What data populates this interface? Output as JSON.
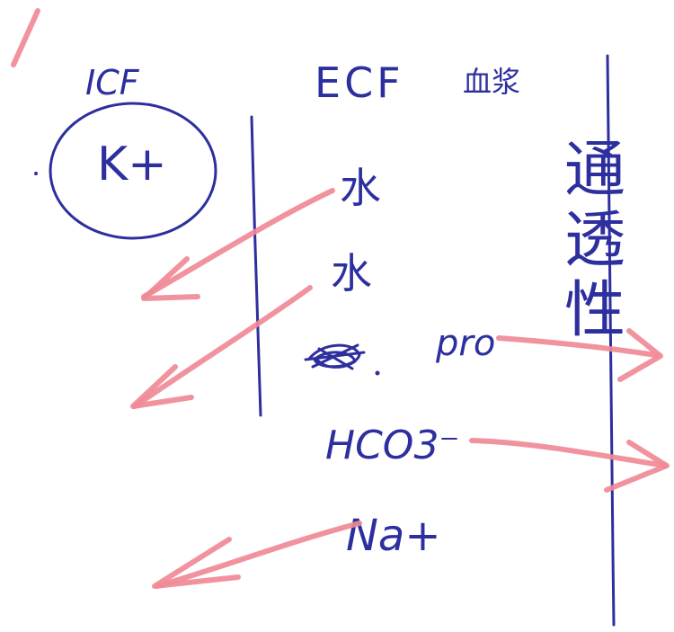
{
  "labels": {
    "left_heading": "ICF",
    "ion_in_circle": "K+",
    "right_heading": "ECF",
    "right_heading_suffix": "血浆",
    "water_1": "水",
    "water_2": "水",
    "pro": "pro",
    "bicarbonate": "HCO3⁻",
    "sodium": "Na+",
    "membrane_label": [
      "通",
      "透",
      "性"
    ]
  },
  "colors": {
    "ink": "#2d2f9e",
    "arrow": "#f08a96",
    "background": "#ffffff"
  }
}
